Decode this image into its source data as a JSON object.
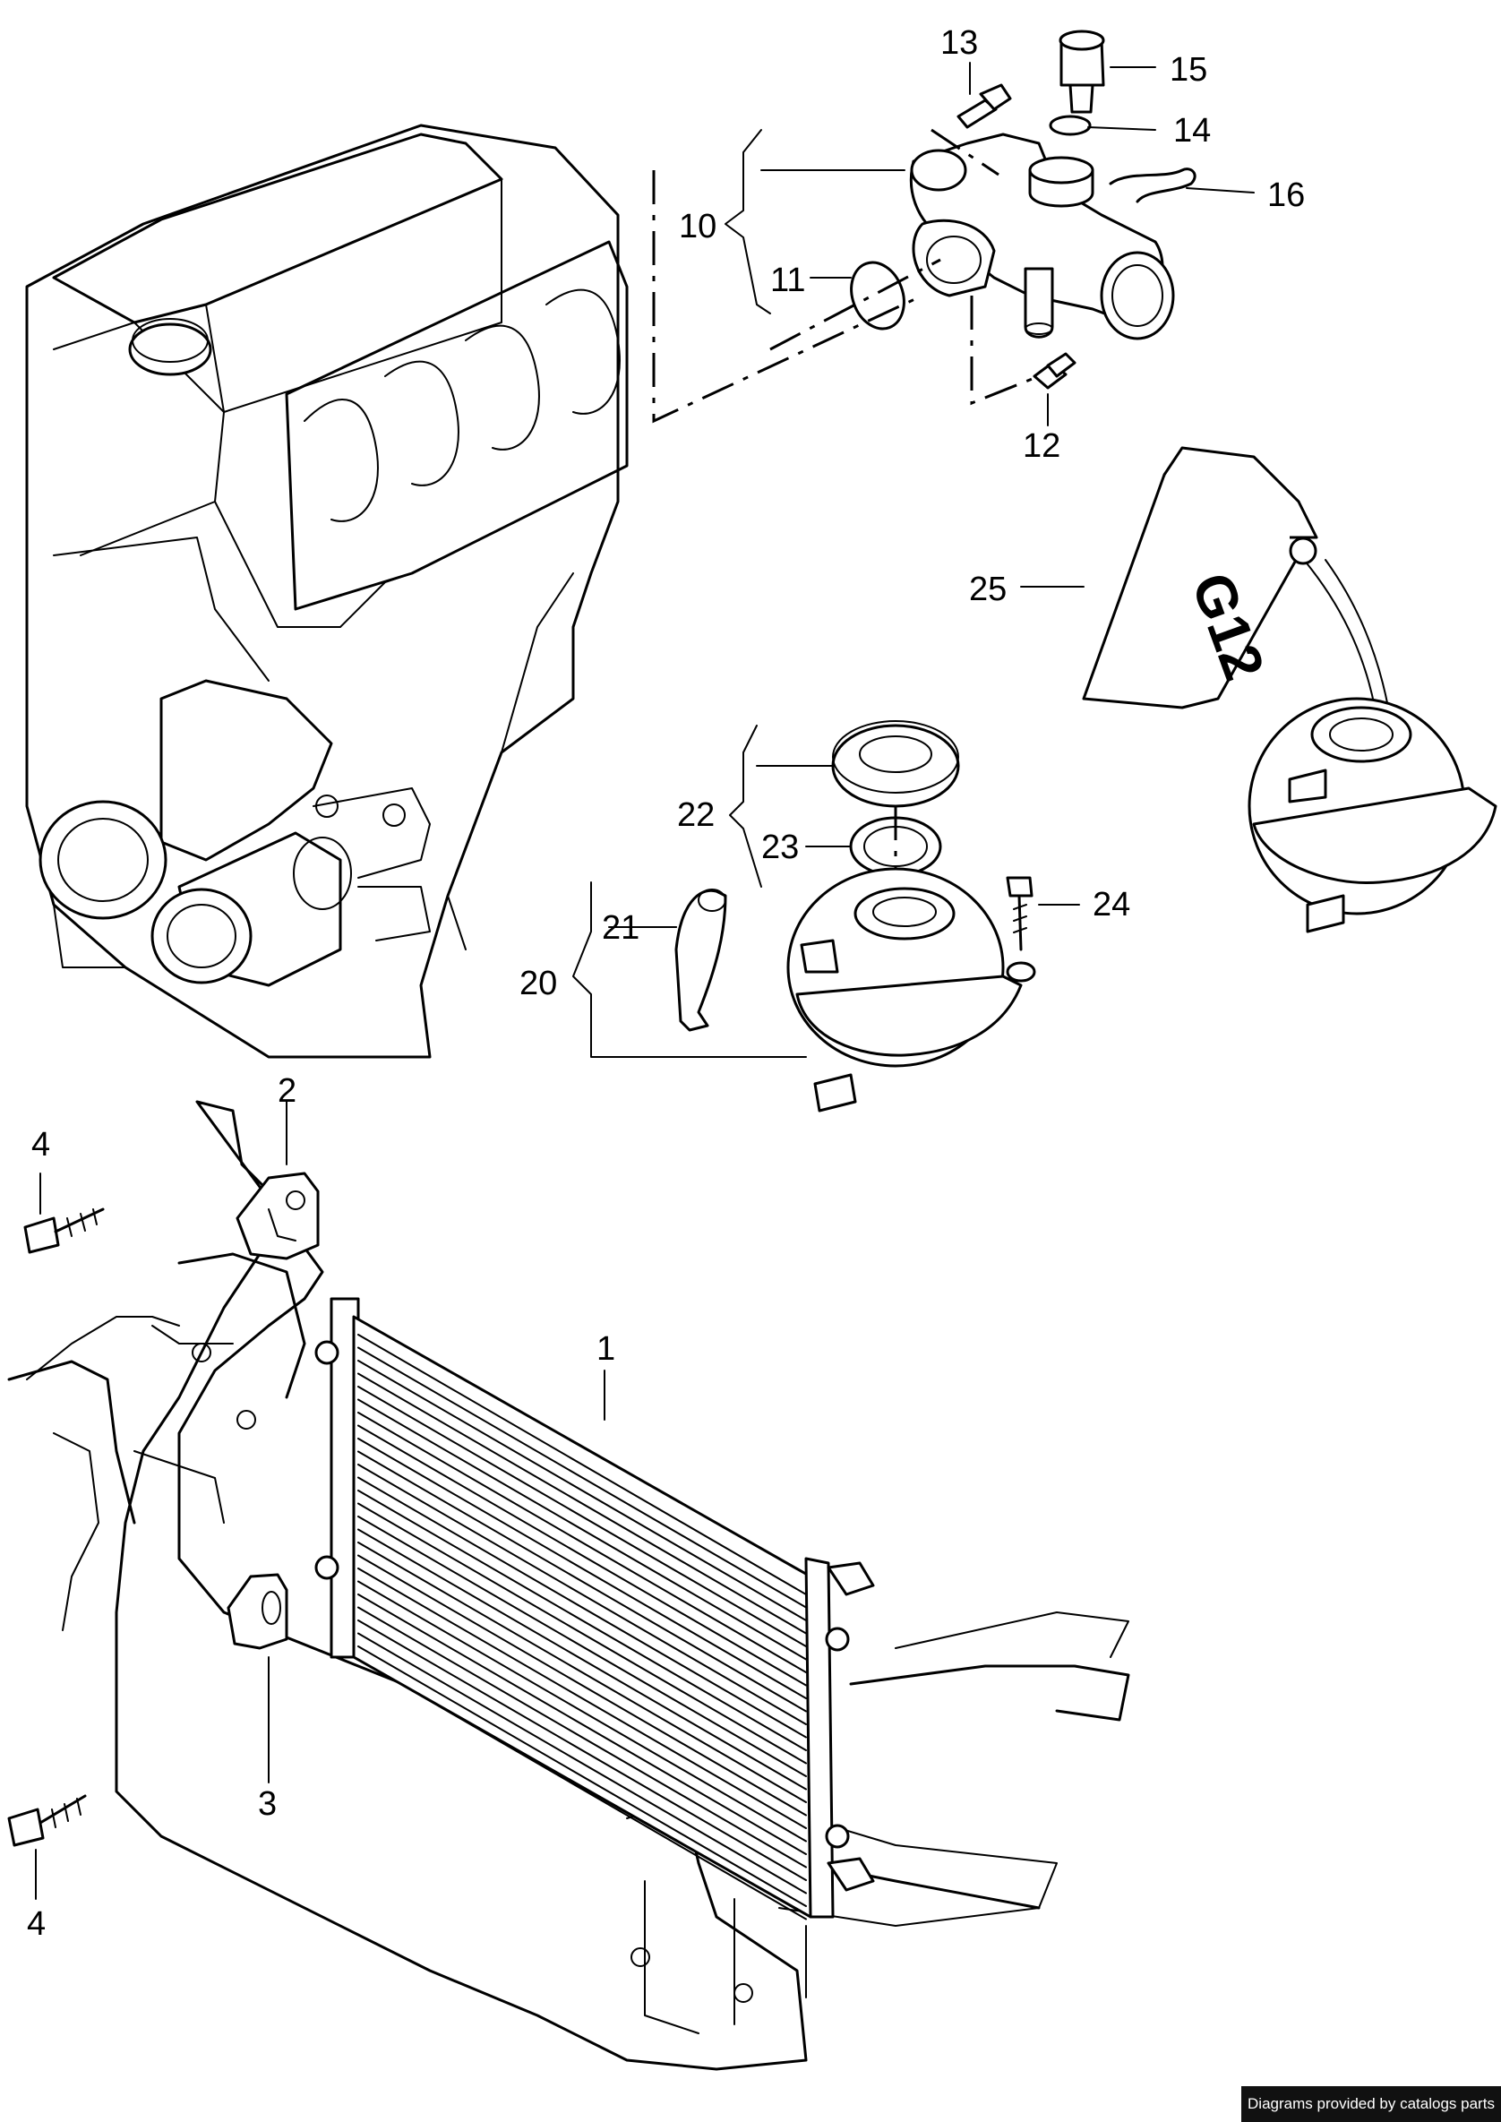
{
  "callouts": {
    "c1": "1",
    "c2": "2",
    "c3": "3",
    "c4a": "4",
    "c4b": "4",
    "c10": "10",
    "c11": "11",
    "c12": "12",
    "c13": "13",
    "c14": "14",
    "c15": "15",
    "c16": "16",
    "c20": "20",
    "c21": "21",
    "c22": "22",
    "c23": "23",
    "c24": "24",
    "c25": "25"
  },
  "canister_label": "G12",
  "credit": "Diagrams provided by catalogs parts"
}
